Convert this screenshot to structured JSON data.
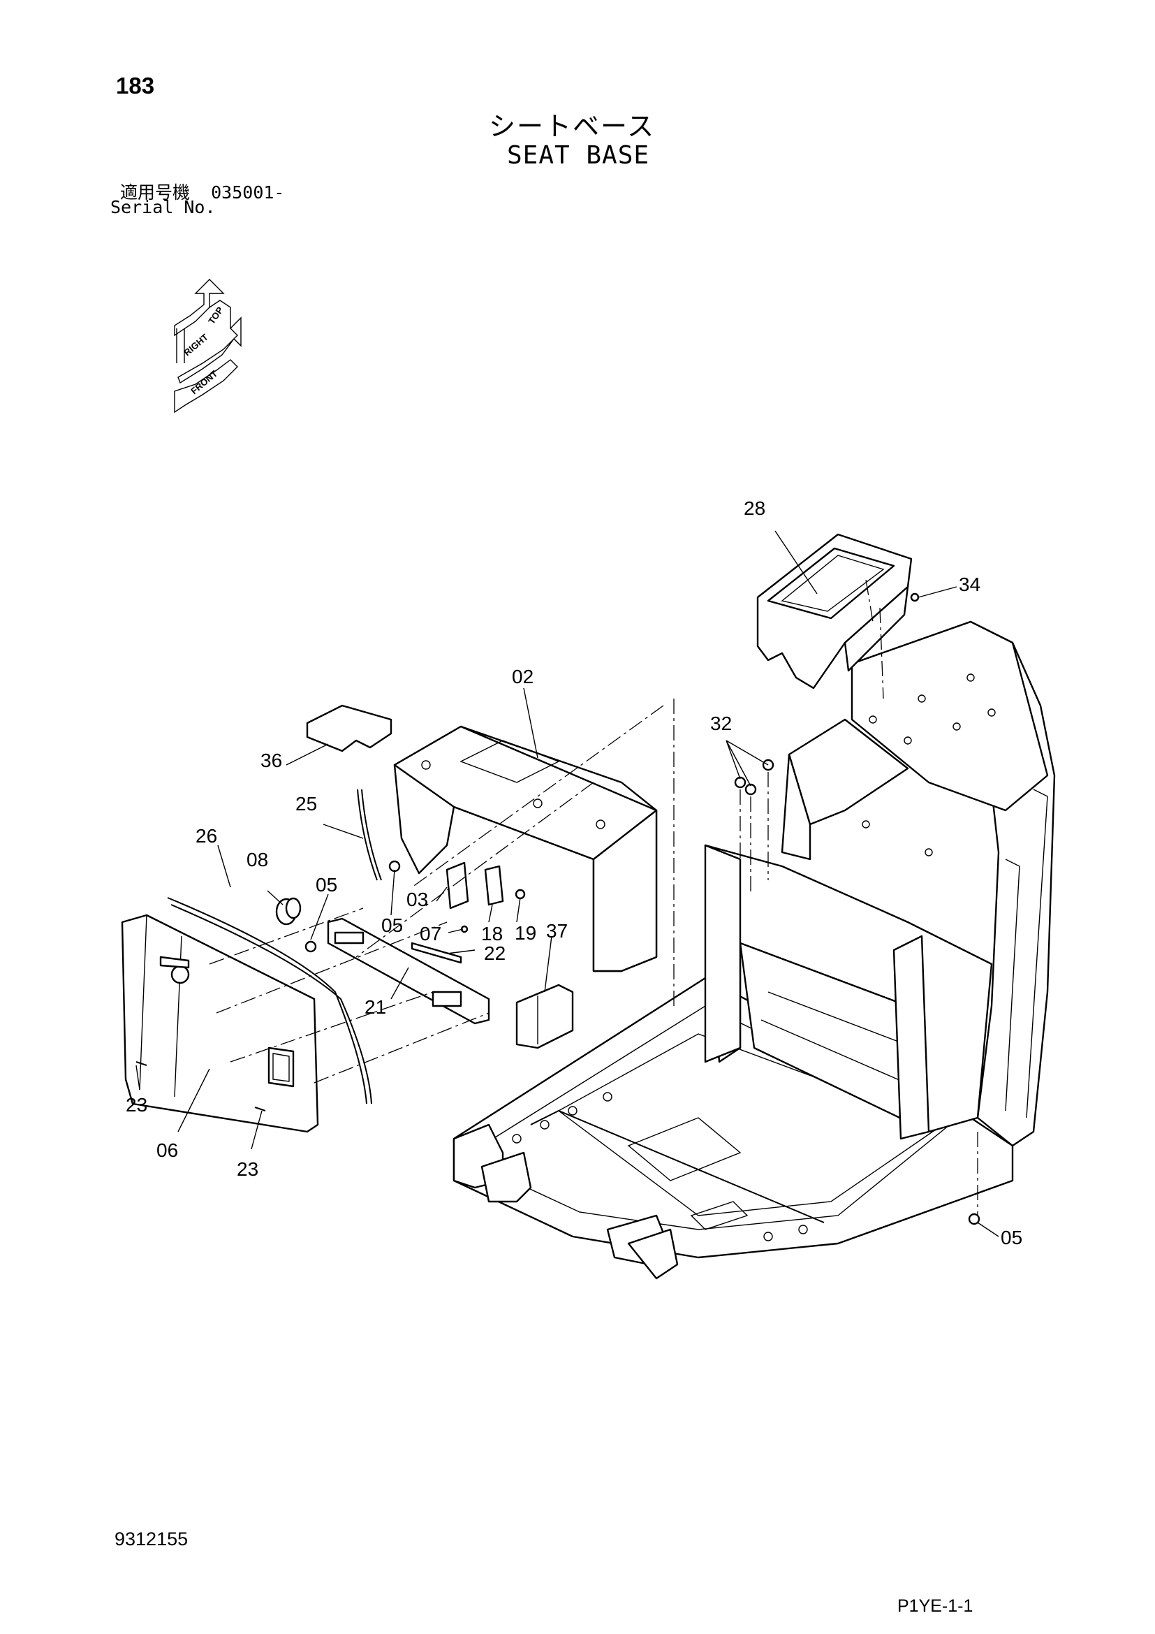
{
  "page_number": "183",
  "title_jp": "シートベース",
  "title_en": "SEAT BASE",
  "serial_label_jp": "適用号機",
  "serial_range": "035001-",
  "serial_label_en": "Serial No.",
  "orientation_indicator": {
    "labels": [
      "TOP",
      "RIGHT",
      "FRONT"
    ],
    "icon": "orientation-arrows-icon"
  },
  "callouts": [
    "28",
    "34",
    "02",
    "36",
    "32",
    "25",
    "26",
    "08",
    "05",
    "03",
    "05",
    "07",
    "18",
    "19",
    "37",
    "22",
    "21",
    "23",
    "06",
    "23",
    "05"
  ],
  "drawing_number": "9312155",
  "sheet_id": "P1YE-1-1"
}
